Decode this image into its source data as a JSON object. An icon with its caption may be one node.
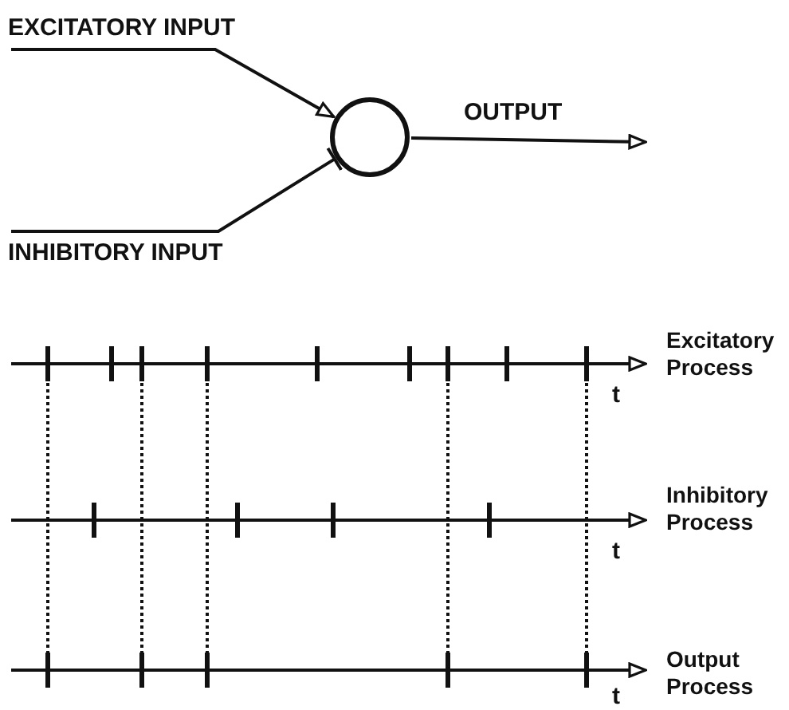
{
  "diagram": {
    "nodes": [
      {
        "text": [
          "EXCITATORY INPUT"
        ]
      },
      {
        "text": [
          "INHIBITORY INPUT"
        ]
      },
      {
        "text": [],
        "shape": "circle"
      }
    ],
    "edges": [
      {
        "from": 0,
        "to": 2,
        "arrow": "to"
      },
      {
        "from": 1,
        "to": 2,
        "arrow": "other"
      },
      {
        "from": 2,
        "to": null,
        "arrow": "to",
        "label": "OUTPUT"
      }
    ],
    "labels": [
      "Excitatory Process",
      "t",
      "Inhibitory Process",
      "t",
      "Output Process",
      "t"
    ]
  }
}
